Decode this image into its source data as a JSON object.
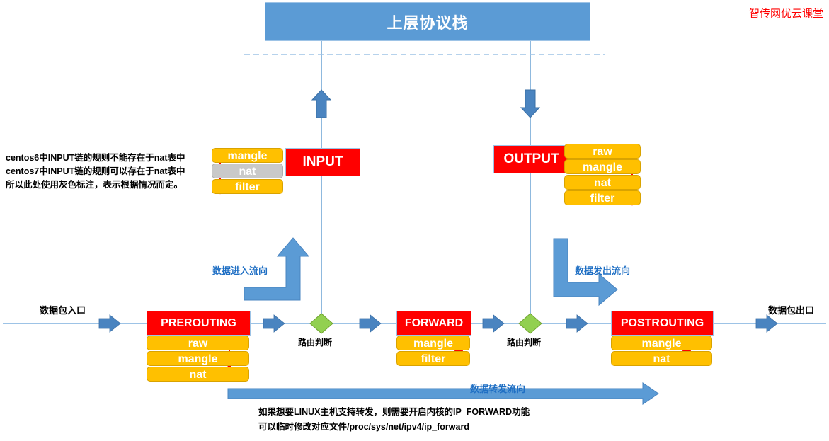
{
  "diagram": {
    "title": "上层协议栈",
    "watermark": "智传网优云课堂",
    "colors": {
      "chain_red": "#FF0000",
      "table_orange": "#FFC000",
      "table_gray": "#C9C9C9",
      "flow_blue": "#5B9BD5",
      "decision_green": "#92D050",
      "order_arrow_red": "#FF0000",
      "watermark_red": "#FF0000"
    },
    "edge_labels": {
      "ingress": "数据包入口",
      "egress": "数据包出口"
    },
    "flow_labels": {
      "inbound": "数据进入流向",
      "outbound": "数据发出流向",
      "forward": "数据转发流向"
    },
    "decisions": [
      {
        "label": "路由判断"
      },
      {
        "label": "路由判断"
      }
    ],
    "chains": [
      {
        "name": "INPUT",
        "tables": [
          {
            "label": "mangle",
            "style": "orange"
          },
          {
            "label": "nat",
            "style": "gray"
          },
          {
            "label": "filter",
            "style": "orange"
          }
        ]
      },
      {
        "name": "OUTPUT",
        "tables": [
          {
            "label": "raw",
            "style": "orange"
          },
          {
            "label": "mangle",
            "style": "orange"
          },
          {
            "label": "nat",
            "style": "orange"
          },
          {
            "label": "filter",
            "style": "orange"
          }
        ]
      },
      {
        "name": "PREROUTING",
        "tables": [
          {
            "label": "raw",
            "style": "orange"
          },
          {
            "label": "mangle",
            "style": "orange"
          },
          {
            "label": "nat",
            "style": "orange"
          }
        ]
      },
      {
        "name": "FORWARD",
        "tables": [
          {
            "label": "mangle",
            "style": "orange"
          },
          {
            "label": "filter",
            "style": "orange"
          }
        ]
      },
      {
        "name": "POSTROUTING",
        "tables": [
          {
            "label": "mangle",
            "style": "orange"
          },
          {
            "label": "nat",
            "style": "orange"
          }
        ]
      }
    ],
    "notes": {
      "input_note_line1": "centos6中INPUT链的规则不能存在于nat表中",
      "input_note_line2": "centos7中INPUT链的规则可以存在于nat表中",
      "input_note_line3": "所以此处使用灰色标注，表示根据情况而定。",
      "forward_note_line1": "如果想要LINUX主机支持转发，则需要开启内核的IP_FORWARD功能",
      "forward_note_line2": "可以临时修改对应文件/proc/sys/net/ipv4/ip_forward"
    }
  }
}
